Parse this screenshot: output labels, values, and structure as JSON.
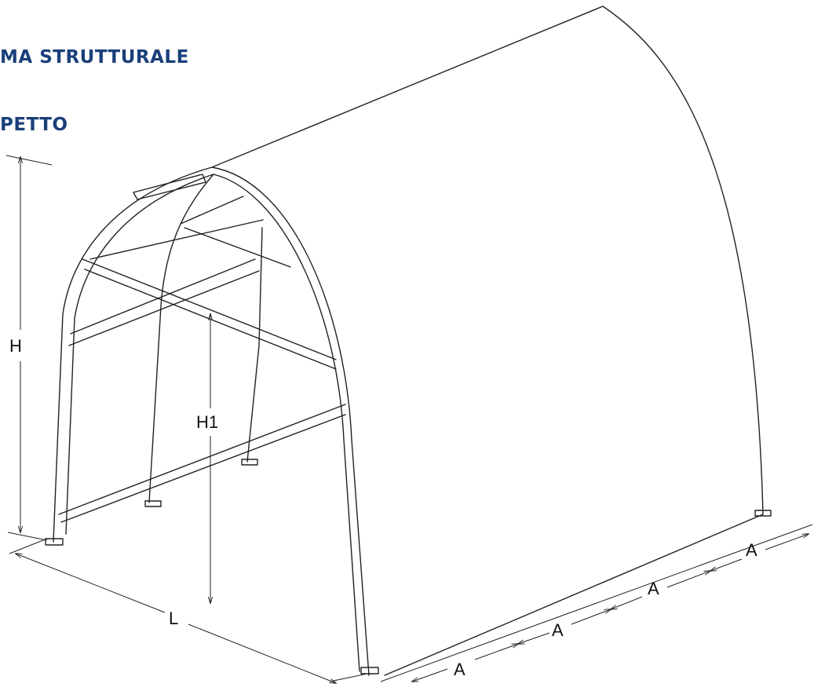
{
  "headings": {
    "title": "MA STRUTTURALE",
    "subtitle": "PETTO"
  },
  "dimensions": {
    "height_total": "H",
    "height_inner": "H1",
    "length": "L",
    "bay": "A"
  },
  "colors": {
    "heading": "#1b3f7a",
    "line": "#222222"
  }
}
